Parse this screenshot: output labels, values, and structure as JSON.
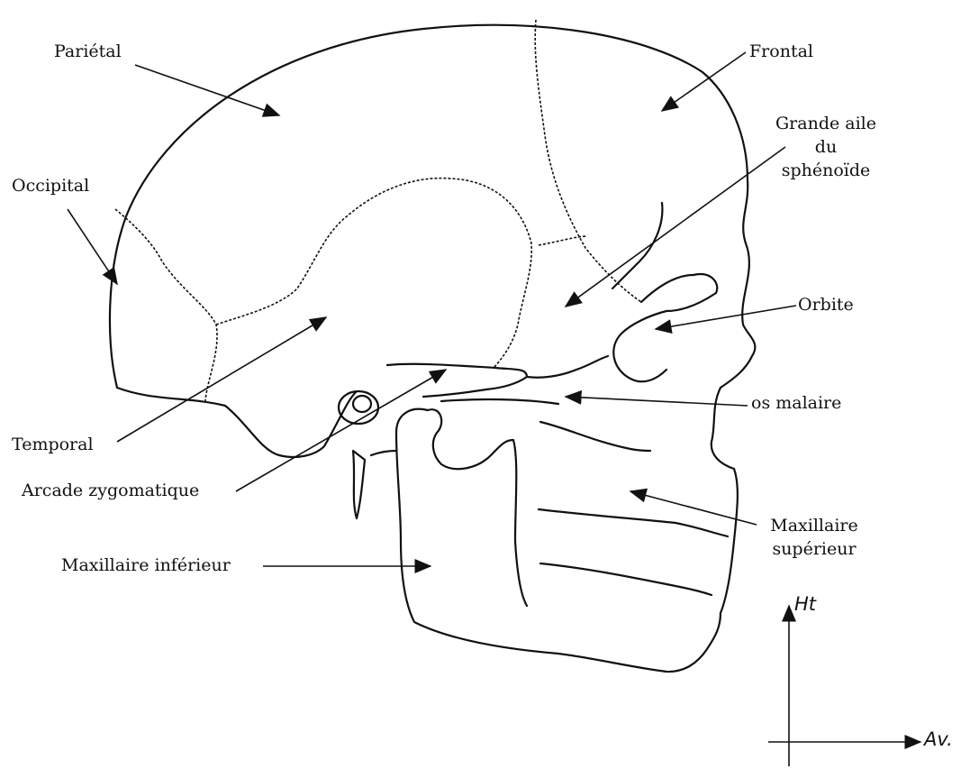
{
  "labels": {
    "parietal": "Pariétal",
    "frontal": "Frontal",
    "grande_aile_l1": "Grande aile",
    "grande_aile_l2": "du",
    "grande_aile_l3": "sphénoïde",
    "occipital": "Occipital",
    "orbite": "Orbite",
    "os_malaire": "os malaire",
    "temporal": "Temporal",
    "arcade_zygomatique": "Arcade zygomatique",
    "maxillaire_superieur_l1": "Maxillaire",
    "maxillaire_superieur_l2": "supérieur",
    "maxillaire_inferieur": "Maxillaire inférieur"
  },
  "axes": {
    "vertical": "Ht",
    "horizontal": "Av."
  }
}
